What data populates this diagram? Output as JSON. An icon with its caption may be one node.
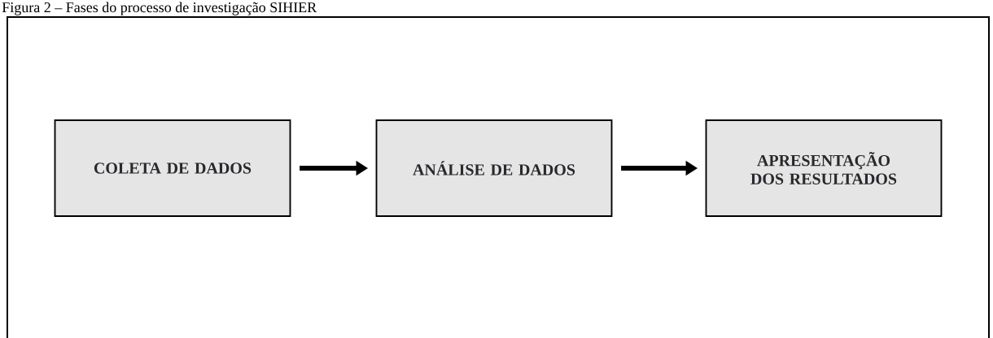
{
  "diagram": {
    "title": "Figura 2 – Fases do processo de investigação SIHIER",
    "nodes": [
      {
        "text": [
          "COLETA DE DADOS"
        ]
      },
      {
        "text": [
          "ANÁLISE DE DADOS"
        ]
      },
      {
        "text": [
          "APRESENTAÇÃO DOS RESULTADOS"
        ]
      }
    ],
    "edges": [
      {
        "from": 0,
        "to": 1,
        "arrow": "to"
      },
      {
        "from": 1,
        "to": 2,
        "arrow": "to"
      }
    ]
  }
}
